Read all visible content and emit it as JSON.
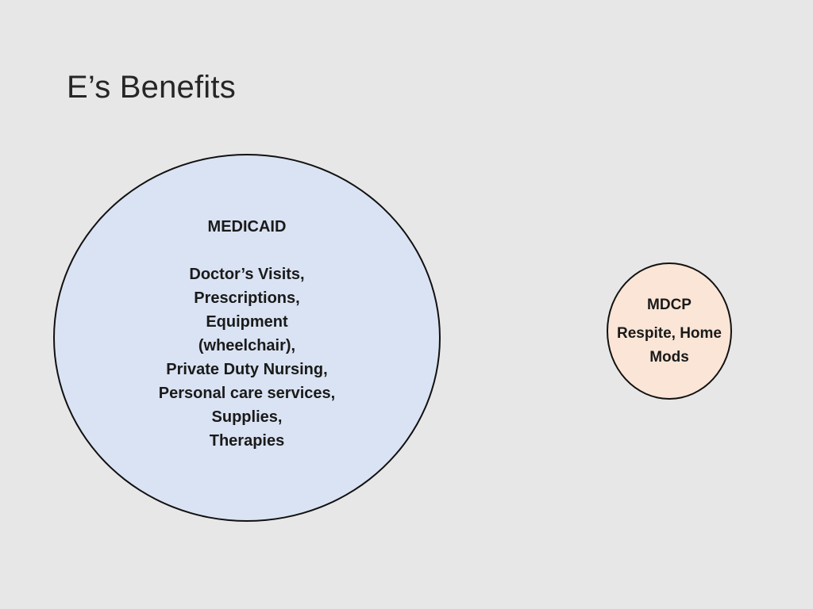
{
  "slide": {
    "title": "E’s Benefits"
  },
  "medicaid": {
    "heading": "MEDICAID",
    "lines": [
      "Doctor’s Visits,",
      "Prescriptions,",
      "Equipment",
      "(wheelchair),",
      "Private Duty Nursing,",
      "Personal care services,",
      "Supplies,",
      "Therapies"
    ],
    "fill_color": "#dae3f3"
  },
  "mdcp": {
    "heading": "MDCP",
    "lines": [
      "Respite, Home",
      "Mods"
    ],
    "fill_color": "#fbe5d6"
  },
  "colors": {
    "background": "#e7e7e7",
    "outline": "#111111",
    "text": "#1a1a1a"
  }
}
